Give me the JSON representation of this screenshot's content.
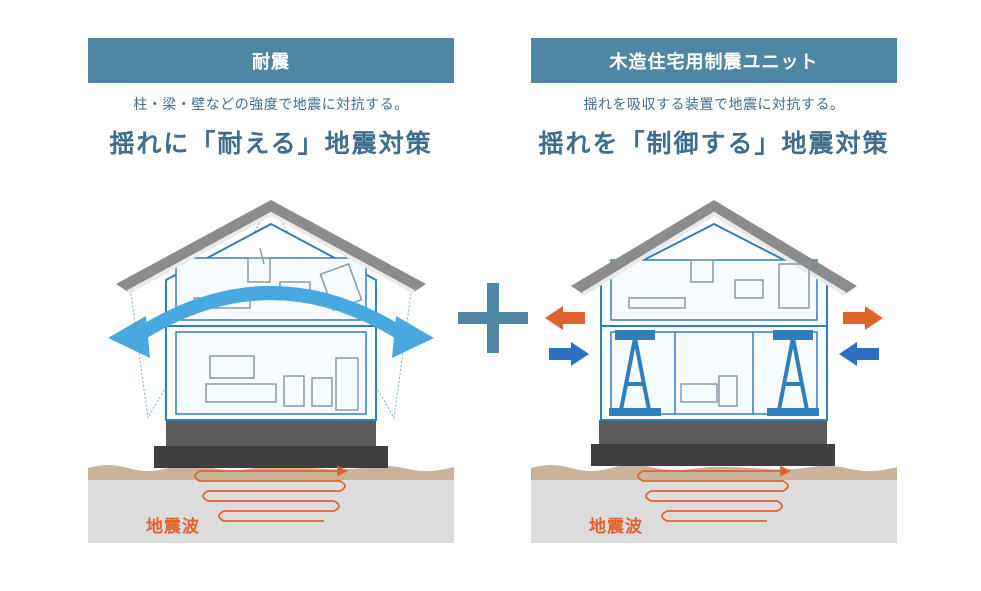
{
  "left": {
    "header": "耐震",
    "subtitle": "柱・梁・壁などの強度で地震に対抗する。",
    "headline": "揺れに「耐える」地震対策",
    "wave_label": "地震波"
  },
  "right": {
    "header": "木造住宅用制震ユニット",
    "subtitle": "揺れを吸収する装置で地震に対抗する。",
    "headline": "揺れを「制御する」地震対策",
    "wave_label": "地震波"
  },
  "colors": {
    "header_bg": "#4f86a3",
    "text_blue": "#3e6e8c",
    "house_line": "#2f7fbf",
    "arrow_light_blue": "#4aa8e0",
    "arrow_orange": "#e2622e",
    "arrow_blue": "#2f6fbf",
    "ground": "#c9b49a",
    "earth": "#dcdcdc",
    "foundation": "#4a4a4c",
    "roof": "#8c8c8c",
    "plus": "#4f86a3"
  },
  "icons": [
    "curved-double-arrow-icon",
    "plus-icon",
    "orange-left-arrow-icon",
    "orange-right-arrow-icon",
    "blue-right-arrow-icon",
    "blue-left-arrow-icon",
    "damper-icon",
    "seismic-wave-icon"
  ]
}
